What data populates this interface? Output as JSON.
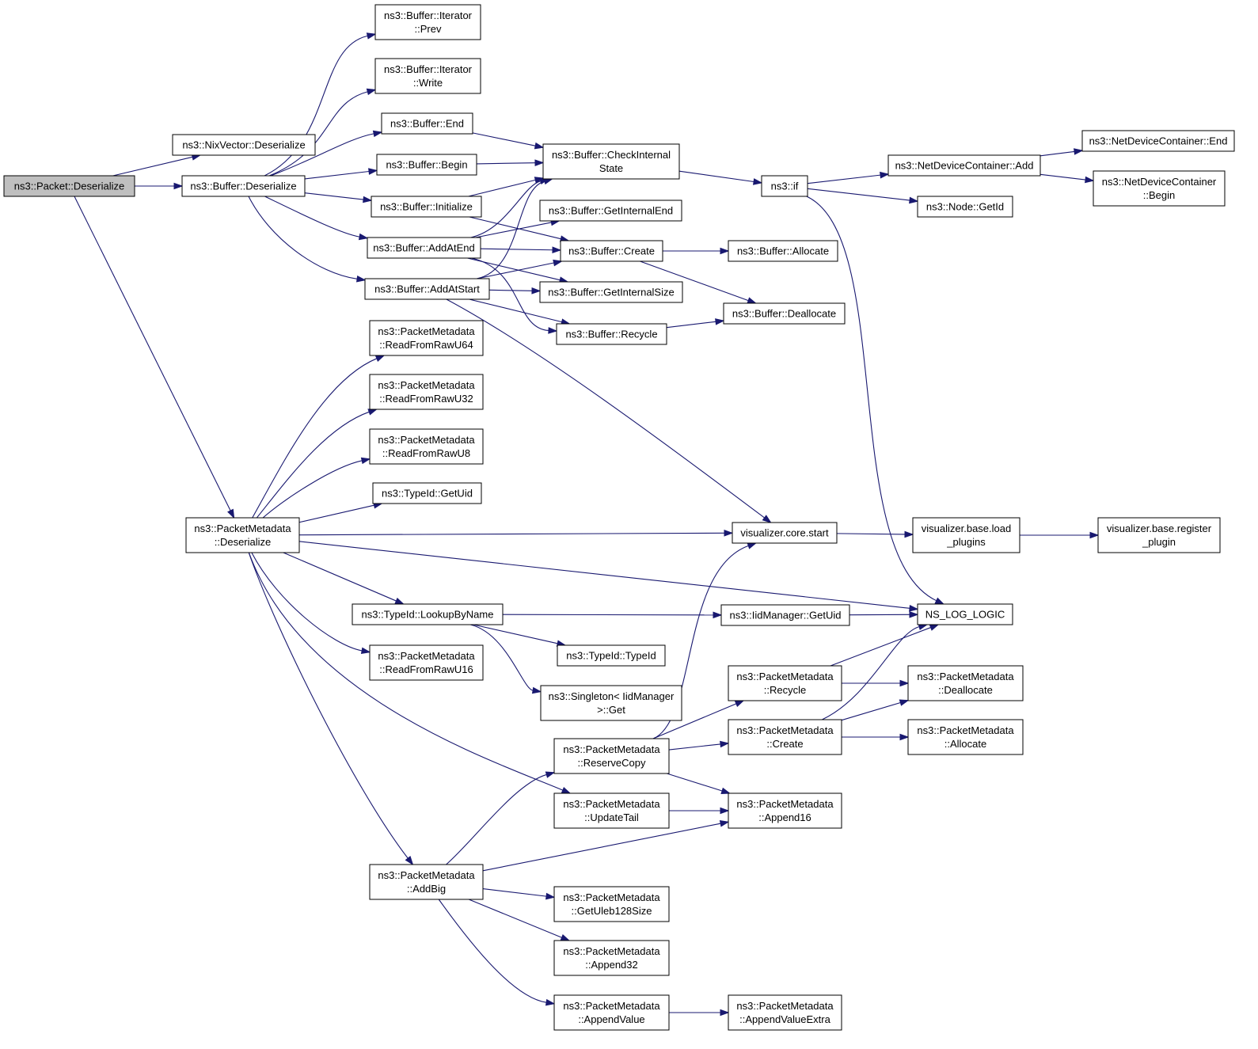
{
  "nodes": [
    {
      "id": "packet_deserialize",
      "lines": [
        "ns3::Packet::Deserialize"
      ],
      "root": true
    },
    {
      "id": "nixvector_deserialize",
      "lines": [
        "ns3::NixVector::Deserialize"
      ]
    },
    {
      "id": "buffer_deserialize",
      "lines": [
        "ns3::Buffer::Deserialize"
      ]
    },
    {
      "id": "iterator_prev",
      "lines": [
        "ns3::Buffer::Iterator",
        "::Prev"
      ]
    },
    {
      "id": "iterator_write",
      "lines": [
        "ns3::Buffer::Iterator",
        "::Write"
      ]
    },
    {
      "id": "buffer_end",
      "lines": [
        "ns3::Buffer::End"
      ]
    },
    {
      "id": "buffer_begin",
      "lines": [
        "ns3::Buffer::Begin"
      ]
    },
    {
      "id": "buffer_checkinternalstate",
      "lines": [
        "ns3::Buffer::CheckInternal",
        "State"
      ]
    },
    {
      "id": "buffer_initialize",
      "lines": [
        "ns3::Buffer::Initialize"
      ]
    },
    {
      "id": "buffer_getinternalend",
      "lines": [
        "ns3::Buffer::GetInternalEnd"
      ]
    },
    {
      "id": "buffer_addatend",
      "lines": [
        "ns3::Buffer::AddAtEnd"
      ]
    },
    {
      "id": "buffer_create",
      "lines": [
        "ns3::Buffer::Create"
      ]
    },
    {
      "id": "buffer_addatstart",
      "lines": [
        "ns3::Buffer::AddAtStart"
      ]
    },
    {
      "id": "buffer_getinternalsize",
      "lines": [
        "ns3::Buffer::GetInternalSize"
      ]
    },
    {
      "id": "buffer_recycle",
      "lines": [
        "ns3::Buffer::Recycle"
      ]
    },
    {
      "id": "buffer_allocate",
      "lines": [
        "ns3::Buffer::Allocate"
      ]
    },
    {
      "id": "buffer_deallocate",
      "lines": [
        "ns3::Buffer::Deallocate"
      ]
    },
    {
      "id": "ns3_if",
      "lines": [
        "ns3::if"
      ]
    },
    {
      "id": "netdevicecontainer_add",
      "lines": [
        "ns3::NetDeviceContainer::Add"
      ]
    },
    {
      "id": "netdevicecontainer_end",
      "lines": [
        "ns3::NetDeviceContainer::End"
      ]
    },
    {
      "id": "netdevicecontainer_begin",
      "lines": [
        "ns3::NetDeviceContainer",
        "::Begin"
      ]
    },
    {
      "id": "node_getid",
      "lines": [
        "ns3::Node::GetId"
      ]
    },
    {
      "id": "pm_readfromrawu64",
      "lines": [
        "ns3::PacketMetadata",
        "::ReadFromRawU64"
      ]
    },
    {
      "id": "pm_readfromrawu32",
      "lines": [
        "ns3::PacketMetadata",
        "::ReadFromRawU32"
      ]
    },
    {
      "id": "pm_readfromrawu8",
      "lines": [
        "ns3::PacketMetadata",
        "::ReadFromRawU8"
      ]
    },
    {
      "id": "typeid_getuid",
      "lines": [
        "ns3::TypeId::GetUid"
      ]
    },
    {
      "id": "pm_deserialize",
      "lines": [
        "ns3::PacketMetadata",
        "::Deserialize"
      ]
    },
    {
      "id": "visualizer_core_start",
      "lines": [
        "visualizer.core.start"
      ]
    },
    {
      "id": "visualizer_base_load_plugins",
      "lines": [
        "visualizer.base.load",
        "_plugins"
      ]
    },
    {
      "id": "visualizer_base_register_plugin",
      "lines": [
        "visualizer.base.register",
        "_plugin"
      ]
    },
    {
      "id": "typeid_lookupbyname",
      "lines": [
        "ns3::TypeId::LookupByName"
      ]
    },
    {
      "id": "iidmanager_getuid",
      "lines": [
        "ns3::IidManager::GetUid"
      ]
    },
    {
      "id": "ns_log_logic",
      "lines": [
        "NS_LOG_LOGIC"
      ]
    },
    {
      "id": "typeid_typeid",
      "lines": [
        "ns3::TypeId::TypeId"
      ]
    },
    {
      "id": "pm_readfromrawu16",
      "lines": [
        "ns3::PacketMetadata",
        "::ReadFromRawU16"
      ]
    },
    {
      "id": "singleton_get",
      "lines": [
        "ns3::Singleton< IidManager",
        " >::Get"
      ]
    },
    {
      "id": "pm_recycle",
      "lines": [
        "ns3::PacketMetadata",
        "::Recycle"
      ]
    },
    {
      "id": "pm_deallocate",
      "lines": [
        "ns3::PacketMetadata",
        "::Deallocate"
      ]
    },
    {
      "id": "pm_create",
      "lines": [
        "ns3::PacketMetadata",
        "::Create"
      ]
    },
    {
      "id": "pm_allocate",
      "lines": [
        "ns3::PacketMetadata",
        "::Allocate"
      ]
    },
    {
      "id": "pm_reservecopy",
      "lines": [
        "ns3::PacketMetadata",
        "::ReserveCopy"
      ]
    },
    {
      "id": "pm_updatetail",
      "lines": [
        "ns3::PacketMetadata",
        "::UpdateTail"
      ]
    },
    {
      "id": "pm_append16",
      "lines": [
        "ns3::PacketMetadata",
        "::Append16"
      ]
    },
    {
      "id": "pm_addbig",
      "lines": [
        "ns3::PacketMetadata",
        "::AddBig"
      ]
    },
    {
      "id": "pm_getuleb128size",
      "lines": [
        "ns3::PacketMetadata",
        "::GetUleb128Size"
      ]
    },
    {
      "id": "pm_append32",
      "lines": [
        "ns3::PacketMetadata",
        "::Append32"
      ]
    },
    {
      "id": "pm_appendvalue",
      "lines": [
        "ns3::PacketMetadata",
        "::AppendValue"
      ]
    },
    {
      "id": "pm_appendvalueextra",
      "lines": [
        "ns3::PacketMetadata",
        "::AppendValueExtra"
      ]
    }
  ],
  "edges": [
    [
      "packet_deserialize",
      "nixvector_deserialize"
    ],
    [
      "packet_deserialize",
      "buffer_deserialize"
    ],
    [
      "packet_deserialize",
      "pm_deserialize"
    ],
    [
      "buffer_deserialize",
      "iterator_prev"
    ],
    [
      "buffer_deserialize",
      "iterator_write"
    ],
    [
      "buffer_deserialize",
      "buffer_end"
    ],
    [
      "buffer_deserialize",
      "buffer_begin"
    ],
    [
      "buffer_deserialize",
      "buffer_initialize"
    ],
    [
      "buffer_deserialize",
      "buffer_addatend"
    ],
    [
      "buffer_deserialize",
      "buffer_addatstart"
    ],
    [
      "buffer_end",
      "buffer_checkinternalstate"
    ],
    [
      "buffer_begin",
      "buffer_checkinternalstate"
    ],
    [
      "buffer_initialize",
      "buffer_checkinternalstate"
    ],
    [
      "buffer_initialize",
      "buffer_create"
    ],
    [
      "buffer_addatend",
      "buffer_checkinternalstate"
    ],
    [
      "buffer_addatend",
      "buffer_getinternalend"
    ],
    [
      "buffer_addatend",
      "buffer_create"
    ],
    [
      "buffer_addatend",
      "buffer_getinternalsize"
    ],
    [
      "buffer_addatend",
      "buffer_recycle"
    ],
    [
      "buffer_addatstart",
      "buffer_checkinternalstate"
    ],
    [
      "buffer_addatstart",
      "buffer_create"
    ],
    [
      "buffer_addatstart",
      "buffer_getinternalsize"
    ],
    [
      "buffer_addatstart",
      "buffer_recycle"
    ],
    [
      "buffer_addatstart",
      "visualizer_core_start"
    ],
    [
      "buffer_checkinternalstate",
      "ns3_if"
    ],
    [
      "buffer_create",
      "buffer_allocate"
    ],
    [
      "buffer_create",
      "buffer_deallocate"
    ],
    [
      "buffer_recycle",
      "buffer_deallocate"
    ],
    [
      "ns3_if",
      "netdevicecontainer_add"
    ],
    [
      "ns3_if",
      "node_getid"
    ],
    [
      "ns3_if",
      "ns_log_logic"
    ],
    [
      "netdevicecontainer_add",
      "netdevicecontainer_end"
    ],
    [
      "netdevicecontainer_add",
      "netdevicecontainer_begin"
    ],
    [
      "pm_deserialize",
      "pm_readfromrawu64"
    ],
    [
      "pm_deserialize",
      "pm_readfromrawu32"
    ],
    [
      "pm_deserialize",
      "pm_readfromrawu8"
    ],
    [
      "pm_deserialize",
      "typeid_getuid"
    ],
    [
      "pm_deserialize",
      "visualizer_core_start"
    ],
    [
      "pm_deserialize",
      "ns_log_logic"
    ],
    [
      "pm_deserialize",
      "typeid_lookupbyname"
    ],
    [
      "pm_deserialize",
      "pm_readfromrawu16"
    ],
    [
      "pm_deserialize",
      "pm_updatetail"
    ],
    [
      "pm_deserialize",
      "pm_addbig"
    ],
    [
      "visualizer_core_start",
      "visualizer_base_load_plugins"
    ],
    [
      "visualizer_base_load_plugins",
      "visualizer_base_register_plugin"
    ],
    [
      "typeid_lookupbyname",
      "iidmanager_getuid"
    ],
    [
      "typeid_lookupbyname",
      "typeid_typeid"
    ],
    [
      "typeid_lookupbyname",
      "singleton_get"
    ],
    [
      "iidmanager_getuid",
      "ns_log_logic"
    ],
    [
      "pm_recycle",
      "ns_log_logic"
    ],
    [
      "pm_recycle",
      "pm_deallocate"
    ],
    [
      "pm_create",
      "ns_log_logic"
    ],
    [
      "pm_create",
      "pm_deallocate"
    ],
    [
      "pm_create",
      "pm_allocate"
    ],
    [
      "pm_reservecopy",
      "visualizer_core_start"
    ],
    [
      "pm_reservecopy",
      "pm_recycle"
    ],
    [
      "pm_reservecopy",
      "pm_create"
    ],
    [
      "pm_reservecopy",
      "pm_append16"
    ],
    [
      "pm_updatetail",
      "pm_append16"
    ],
    [
      "pm_addbig",
      "pm_reservecopy"
    ],
    [
      "pm_addbig",
      "pm_append16"
    ],
    [
      "pm_addbig",
      "pm_getuleb128size"
    ],
    [
      "pm_addbig",
      "pm_append32"
    ],
    [
      "pm_addbig",
      "pm_appendvalue"
    ],
    [
      "pm_appendvalue",
      "pm_appendvalueextra"
    ]
  ]
}
